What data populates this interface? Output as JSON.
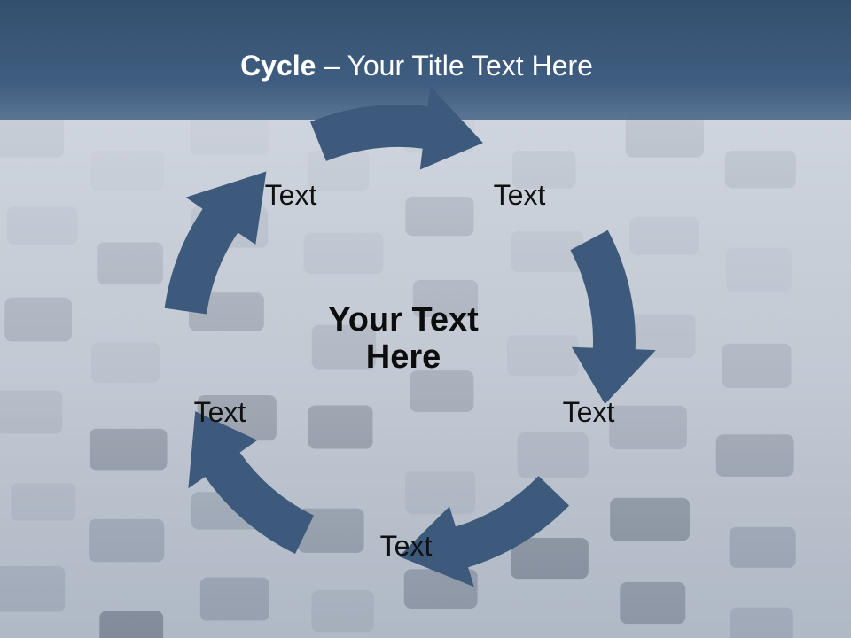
{
  "title": {
    "bold": "Cycle",
    "rest": " – Your Title Text Here"
  },
  "center_text": "Your Text Here",
  "cycle": {
    "arrow_color": "#3d5a7c",
    "nodes": [
      {
        "label": "Text"
      },
      {
        "label": "Text"
      },
      {
        "label": "Text"
      },
      {
        "label": "Text"
      },
      {
        "label": "Text"
      }
    ]
  },
  "colors": {
    "title_band": "#3f5d80",
    "background_haze": "#c9d0da"
  }
}
